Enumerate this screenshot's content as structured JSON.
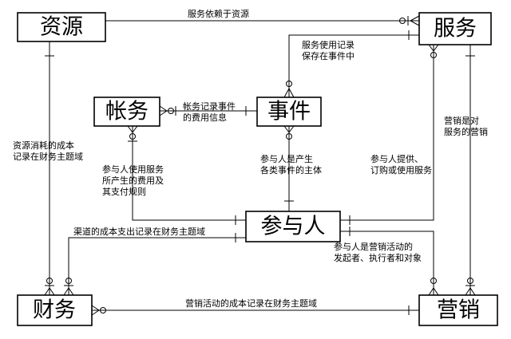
{
  "entities": {
    "resource": "资源",
    "service": "服务",
    "account": "帐务",
    "event": "事件",
    "participant": "参与人",
    "finance": "财务",
    "marketing": "营销"
  },
  "relations": {
    "service_depends_resource": [
      "服务依赖于资源"
    ],
    "service_usage_event": [
      "服务使用记录",
      "保存在事件中"
    ],
    "account_event": [
      "帐务记录事件",
      "的费用信息"
    ],
    "resource_finance": [
      "资源消耗的成本",
      "记录在财务主题域"
    ],
    "participant_account": [
      "参与人使用服务",
      "所产生的费用及",
      "其支付规则"
    ],
    "participant_event": [
      "参与人是产生",
      "各类事件的主体"
    ],
    "participant_service": [
      "参与人提供、",
      "订购或使用服务"
    ],
    "marketing_service": [
      "营销是对",
      "服务的营销"
    ],
    "channel_cost_finance": [
      "渠道的成本支出记录在财务主题域"
    ],
    "participant_marketing": [
      "参与人是营销活动的",
      "发起者、执行者和对象"
    ],
    "marketing_cost_finance": [
      "营销活动的成本记录在财务主题域"
    ]
  }
}
